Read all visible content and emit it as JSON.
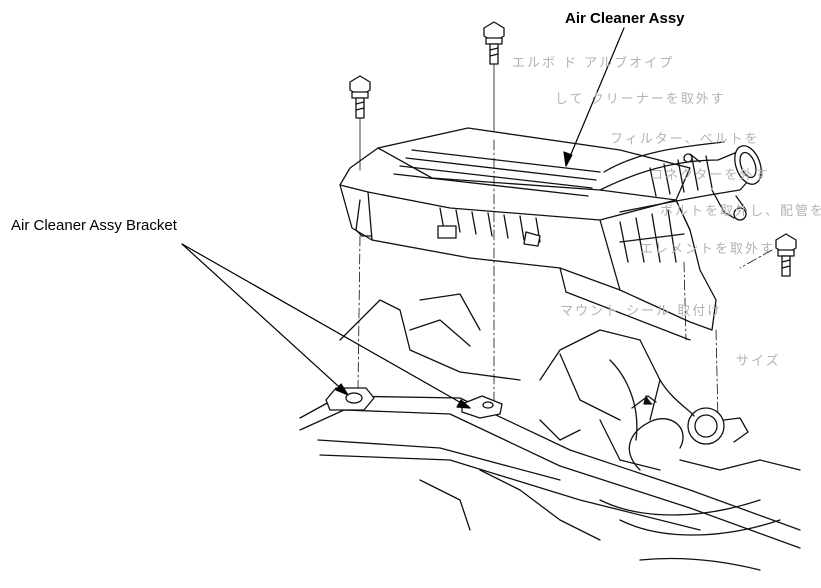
{
  "labels": {
    "air_cleaner_assy": "Air Cleaner Assy",
    "air_cleaner_assy_bracket": "Air Cleaner Assy Bracket"
  },
  "background_text": [
    "エルボ ド アルブオイプ",
    "して クリーナーを取外す",
    "フィルター、ベルトを",
    "コネクターを外す",
    "ボルトを取外し、配管を",
    "エレメントを取外す",
    "マウント シール 取付け",
    "サイズ"
  ],
  "colors": {
    "line": "#000000",
    "faint_text": "#b3b3b3",
    "background": "#ffffff"
  }
}
